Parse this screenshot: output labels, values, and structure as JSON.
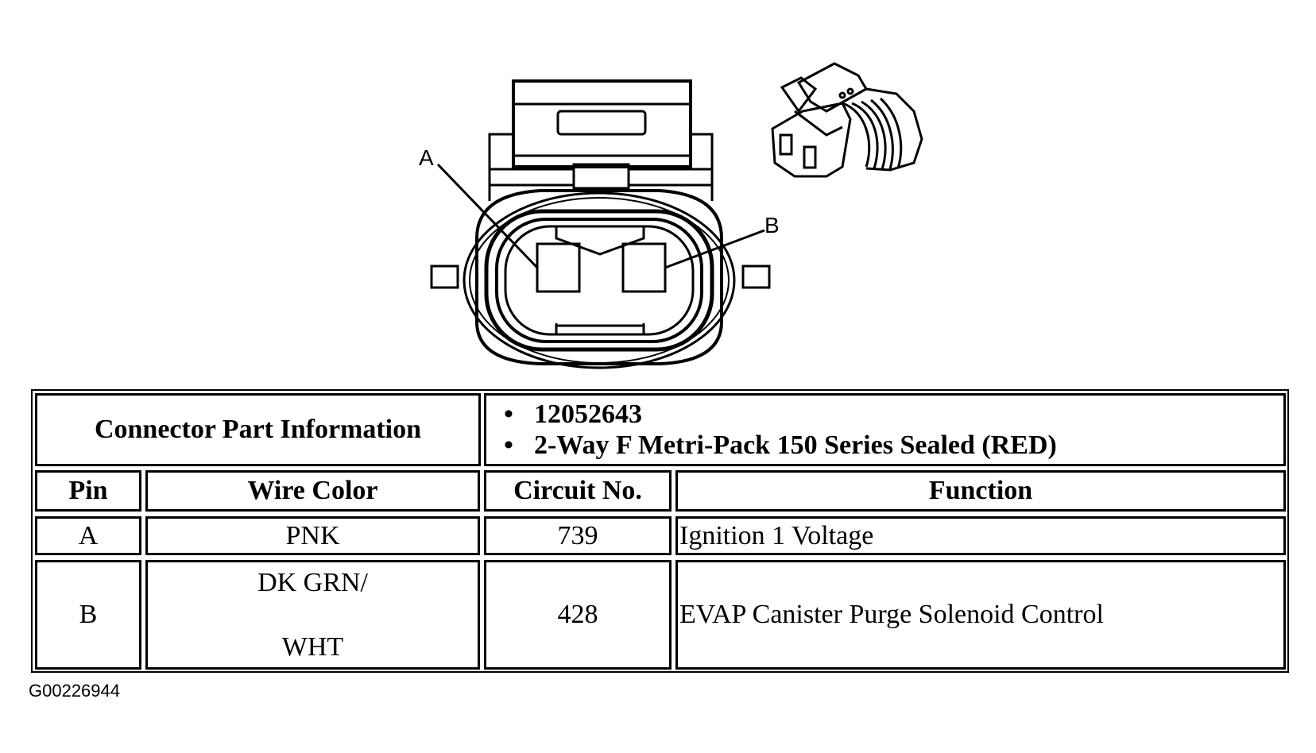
{
  "diagram": {
    "pin_labels": [
      "A",
      "B"
    ],
    "views": [
      "connector-face-view",
      "connector-isometric-view"
    ]
  },
  "table": {
    "part_info_label": "Connector Part Information",
    "part_info_items": [
      "12052643",
      "2-Way F Metri-Pack 150 Series Sealed (RED)"
    ],
    "headers": {
      "pin": "Pin",
      "wire_color": "Wire Color",
      "circuit": "Circuit No.",
      "function": "Function"
    },
    "rows": [
      {
        "pin": "A",
        "wire_color_lines": [
          "PNK"
        ],
        "circuit": "739",
        "function": "Ignition 1 Voltage"
      },
      {
        "pin": "B",
        "wire_color_lines": [
          "DK GRN/",
          "WHT"
        ],
        "circuit": "428",
        "function": "EVAP Canister Purge Solenoid Control"
      }
    ]
  },
  "footer": {
    "figure_id": "G00226944"
  }
}
